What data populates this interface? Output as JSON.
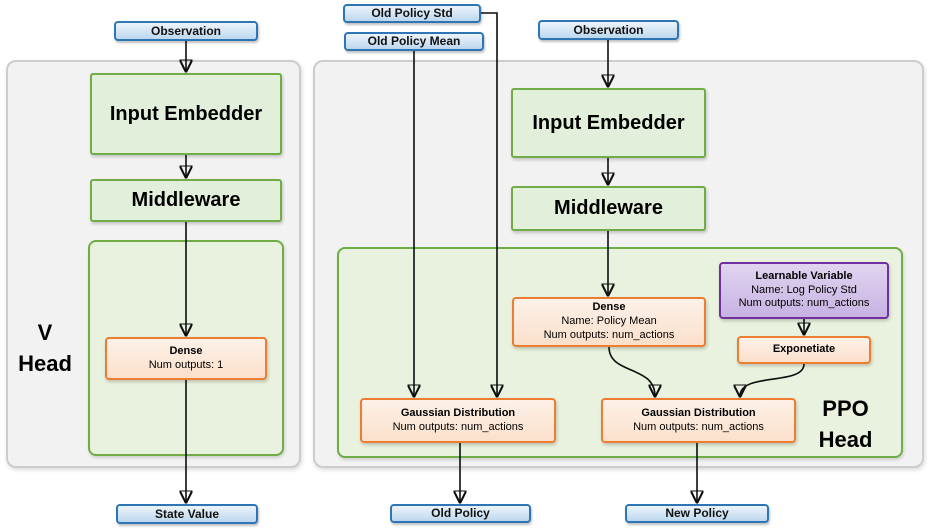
{
  "v_head": {
    "label": {
      "line1": "V",
      "line2": "Head"
    },
    "observation": "Observation",
    "input_embedder": "Input Embedder",
    "middleware": "Middleware",
    "dense": {
      "title": "Dense",
      "outputs": "Num outputs: 1"
    },
    "state_value": "State Value"
  },
  "ppo_head": {
    "label": {
      "line1": "PPO",
      "line2": "Head"
    },
    "old_policy_std": "Old Policy Std",
    "old_policy_mean": "Old Policy Mean",
    "observation": "Observation",
    "input_embedder": "Input Embedder",
    "middleware": "Middleware",
    "dense": {
      "title": "Dense",
      "name": "Name: Policy Mean",
      "outputs": "Num outputs: num_actions"
    },
    "learnable_variable": {
      "title": "Learnable Variable",
      "name": "Name: Log Policy Std",
      "outputs": "Num outputs: num_actions"
    },
    "exponetiate": "Exponetiate",
    "gaussian_old": {
      "title": "Gaussian Distribution",
      "outputs": "Num outputs: num_actions"
    },
    "gaussian_new": {
      "title": "Gaussian Distribution",
      "outputs": "Num outputs: num_actions"
    },
    "old_policy": "Old Policy",
    "new_policy": "New Policy"
  },
  "colors": {
    "blue_fill": "#bdd7ee",
    "blue_border": "#2e75b6",
    "green_fill": "#e2efda",
    "green_border": "#70ad47",
    "orange_fill": "#fbe5d6",
    "orange_border": "#ed7d31",
    "purple_fill": "#cdb6e3",
    "purple_border": "#7030a0",
    "gray_fill": "#f2f2f2",
    "gray_border": "#cdcdcd",
    "arrow": "#0d0d0d"
  }
}
